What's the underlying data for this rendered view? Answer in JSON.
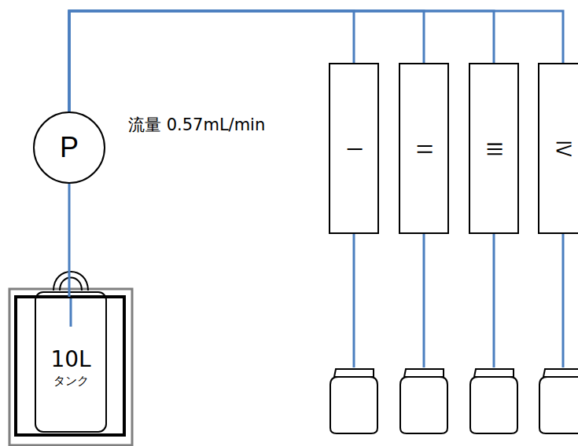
{
  "diagram": {
    "nodes": [
      {
        "text": [
          "P"
        ]
      },
      {
        "text": [
          "Ⅰ"
        ]
      },
      {
        "text": [
          "Ⅱ"
        ]
      },
      {
        "text": [
          "Ⅲ"
        ]
      },
      {
        "text": [
          "Ⅳ"
        ]
      },
      {
        "text": [
          "10L",
          "タンク"
        ]
      }
    ],
    "edges": [
      {
        "from": 5,
        "to": 0,
        "arrow": "none"
      },
      {
        "from": 0,
        "to": 1,
        "arrow": "none"
      },
      {
        "from": 0,
        "to": 2,
        "arrow": "none"
      },
      {
        "from": 0,
        "to": 3,
        "arrow": "none"
      },
      {
        "from": 0,
        "to": 4,
        "arrow": "none"
      }
    ],
    "labels": [
      "流量 0.57mL/min"
    ]
  }
}
